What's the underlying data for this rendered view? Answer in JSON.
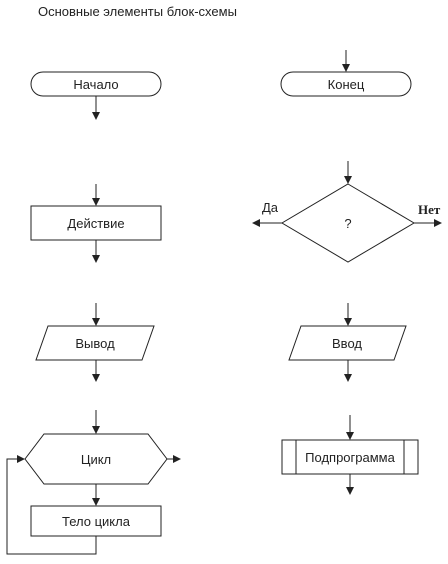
{
  "title": "Основные элементы блок-схемы",
  "labels": {
    "start": "Начало",
    "end": "Конец",
    "action": "Действие",
    "decision": "?",
    "yes": "Да",
    "no": "Нет",
    "output": "Вывод",
    "input": "Ввод",
    "loop": "Цикл",
    "loop_body": "Тело цикла",
    "subprogram": "Подпрограмма"
  },
  "colors": {
    "stroke": "#222222",
    "fill": "#ffffff",
    "text": "#222222"
  }
}
